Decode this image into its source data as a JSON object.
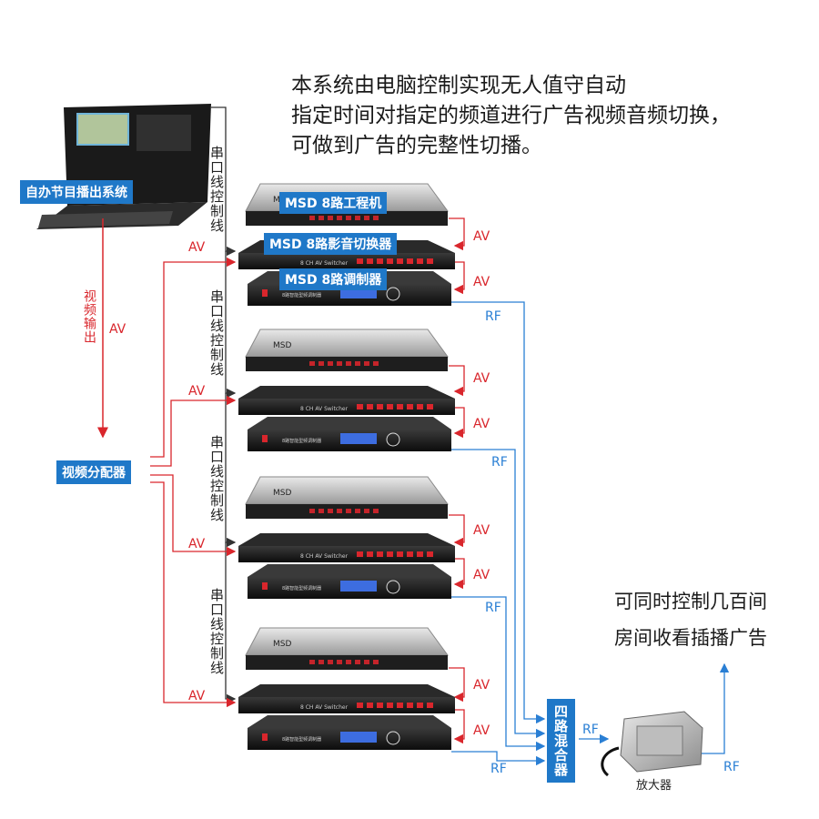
{
  "headline": [
    "本系统由电脑控制实现无人值守自动",
    "指定时间对指定的频道进行广告视频音频切换，",
    "可做到广告的完整性切播。"
  ],
  "side_text": [
    "可同时控制几百间",
    "房间收看插播广告"
  ],
  "computer_label": "自办节目播出系统",
  "splitter_label": "视频分配器",
  "video_output_label": "视频输出",
  "unit_labels": {
    "engineering": "MSD 8路工程机",
    "switcher": "MSD 8路影音切换器",
    "modulator": "MSD 8路调制器"
  },
  "serial_label": "串口线控制线",
  "av_label": "AV",
  "rf_label": "RF",
  "combiner_label": "四路混合器",
  "amplifier_label": "放大器",
  "device_text": {
    "brand": "MSD",
    "switcher_face": "8 CH AV Switcher",
    "modulator_face": "8路智能型频调制器"
  },
  "colors": {
    "accent_blue": "#1f78c8",
    "av_red": "#d9262c",
    "rf_blue": "#2a7fd4"
  }
}
